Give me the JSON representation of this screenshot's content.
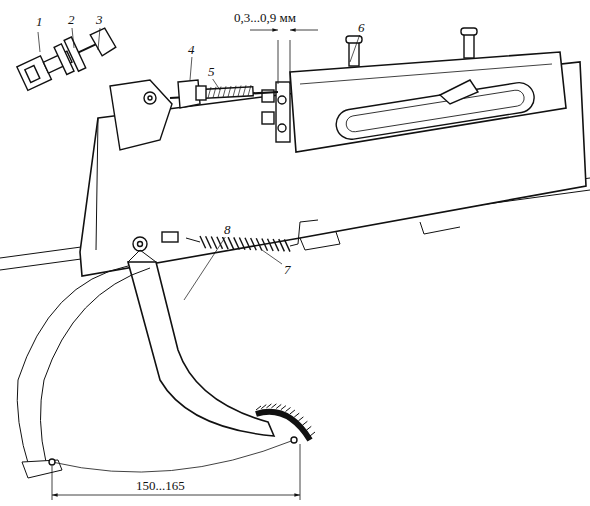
{
  "diagram": {
    "labels": [
      "1",
      "2",
      "3",
      "4",
      "5",
      "6",
      "7",
      "8",
      "0,3...0,9 мм",
      "150...165"
    ]
  }
}
